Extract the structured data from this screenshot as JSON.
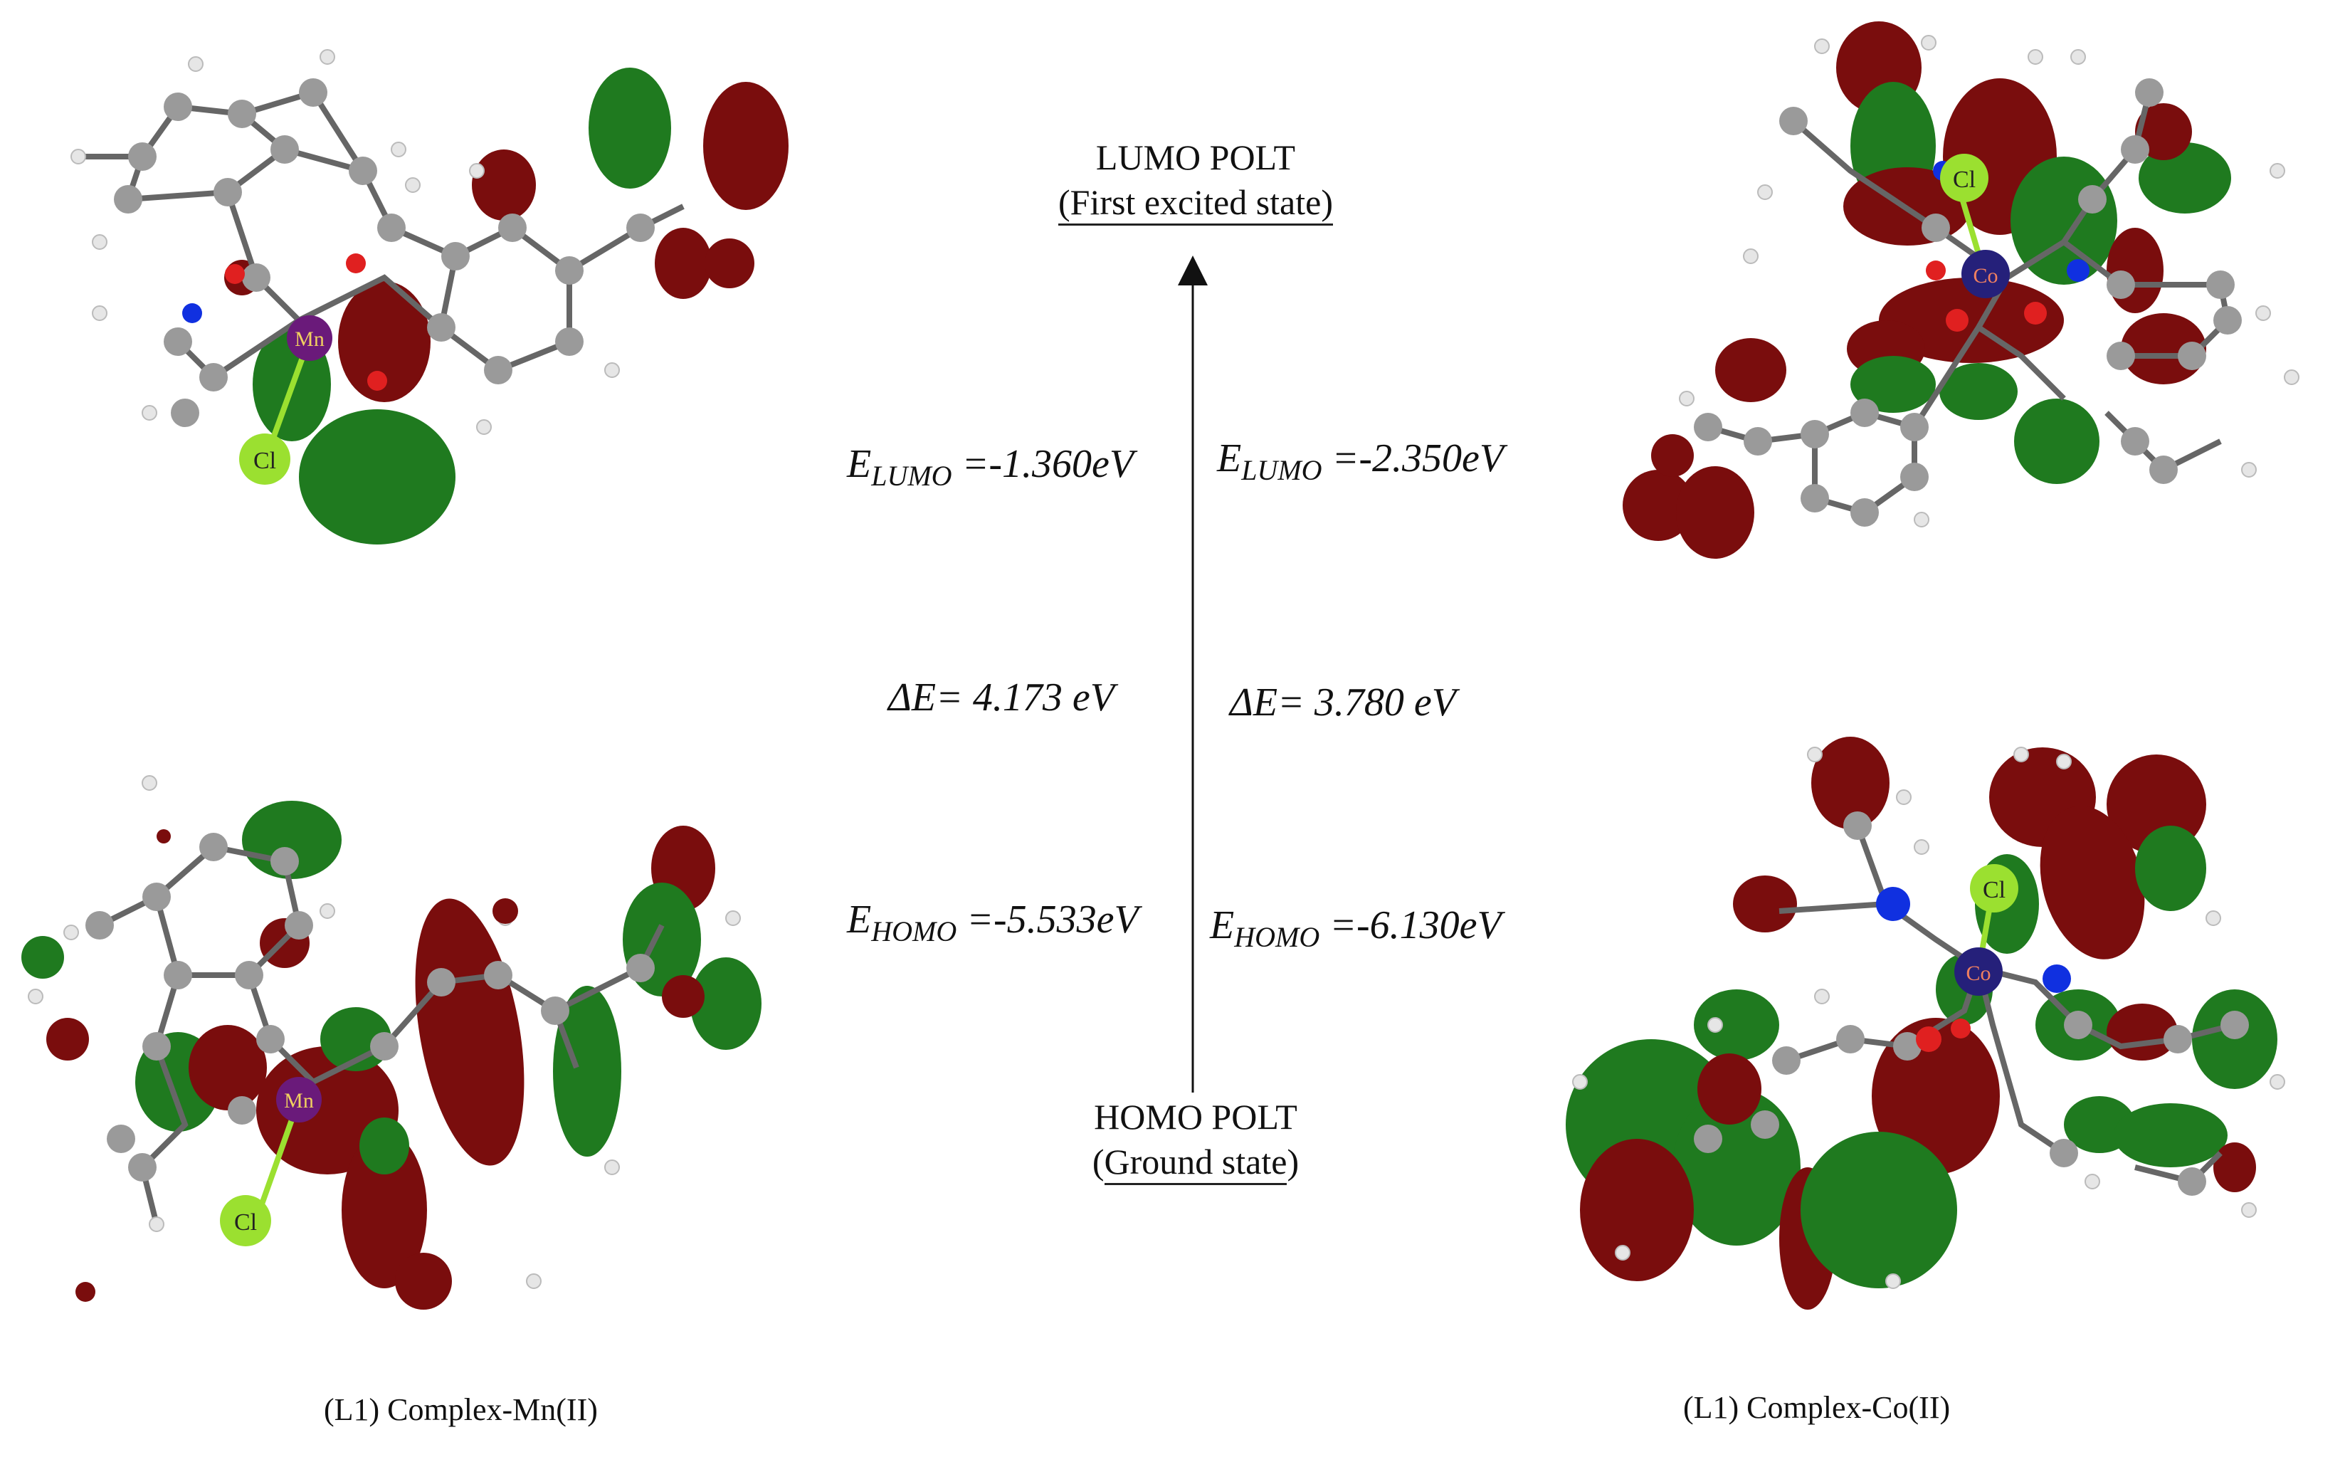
{
  "center": {
    "lumo_title": "LUMO POLT",
    "lumo_subtitle": "(First excited state)",
    "homo_title": "HOMO POLT",
    "homo_subtitle_open": "(",
    "homo_subtitle_text": "Ground state",
    "homo_subtitle_close": ")"
  },
  "mn": {
    "lumo_label": "E",
    "lumo_sub": "LUMO",
    "lumo_value": " =-1.360eV",
    "gap": "ΔE= 4.173 eV",
    "homo_label": "E",
    "homo_sub": "HOMO",
    "homo_value": " =-5.533eV",
    "caption": "(L1) Complex-Mn(II)",
    "metal": "Mn",
    "halide": "Cl"
  },
  "co": {
    "lumo_label": "E",
    "lumo_sub": "LUMO",
    "lumo_value": " =-2.350eV",
    "gap": "ΔE= 3.780 eV",
    "homo_label": "E",
    "homo_sub": "HOMO",
    "homo_value": " =-6.130eV",
    "caption": "(L1) Complex-Co(II)",
    "metal": "Co",
    "halide": "Cl"
  },
  "colors": {
    "lobe_red": "#7a0d0d",
    "lobe_green": "#1f7a1f",
    "carbon": "#9a9a9a",
    "hydrogen": "#e6e6e6",
    "oxygen": "#e02020",
    "nitrogen": "#1030e0",
    "chlorine": "#9be030",
    "manganese": "#6a1a7a",
    "cobalt": "#25207a"
  }
}
